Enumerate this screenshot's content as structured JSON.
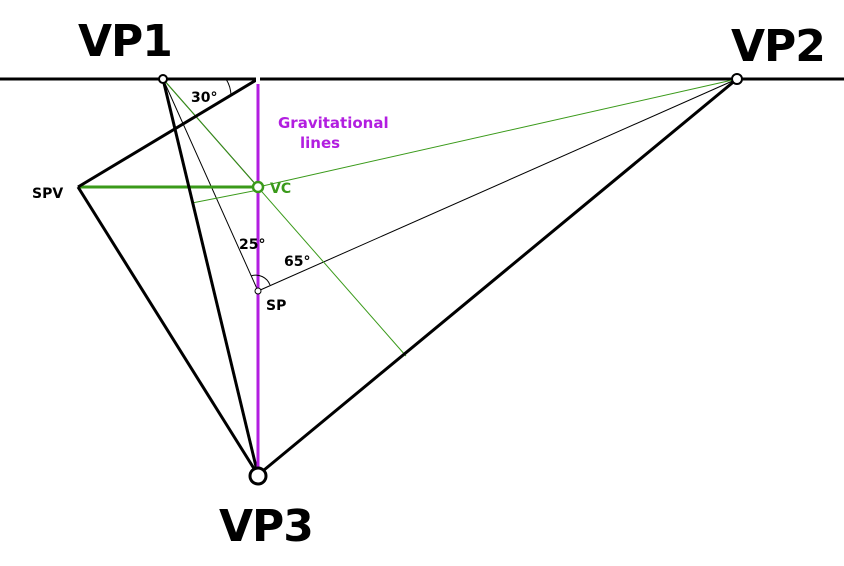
{
  "labels": {
    "vp1": "VP1",
    "vp2": "VP2",
    "vp3": "VP3",
    "spv": "SPV",
    "vc": "VC",
    "sp": "SP",
    "angle_30": "30°",
    "angle_25": "25°",
    "angle_65": "65°",
    "gravitational_line1": "Gravitational",
    "gravitational_line2": "lines"
  },
  "colors": {
    "black": "#000000",
    "green": "#3a9a1a",
    "purple": "#b21ee0"
  }
}
